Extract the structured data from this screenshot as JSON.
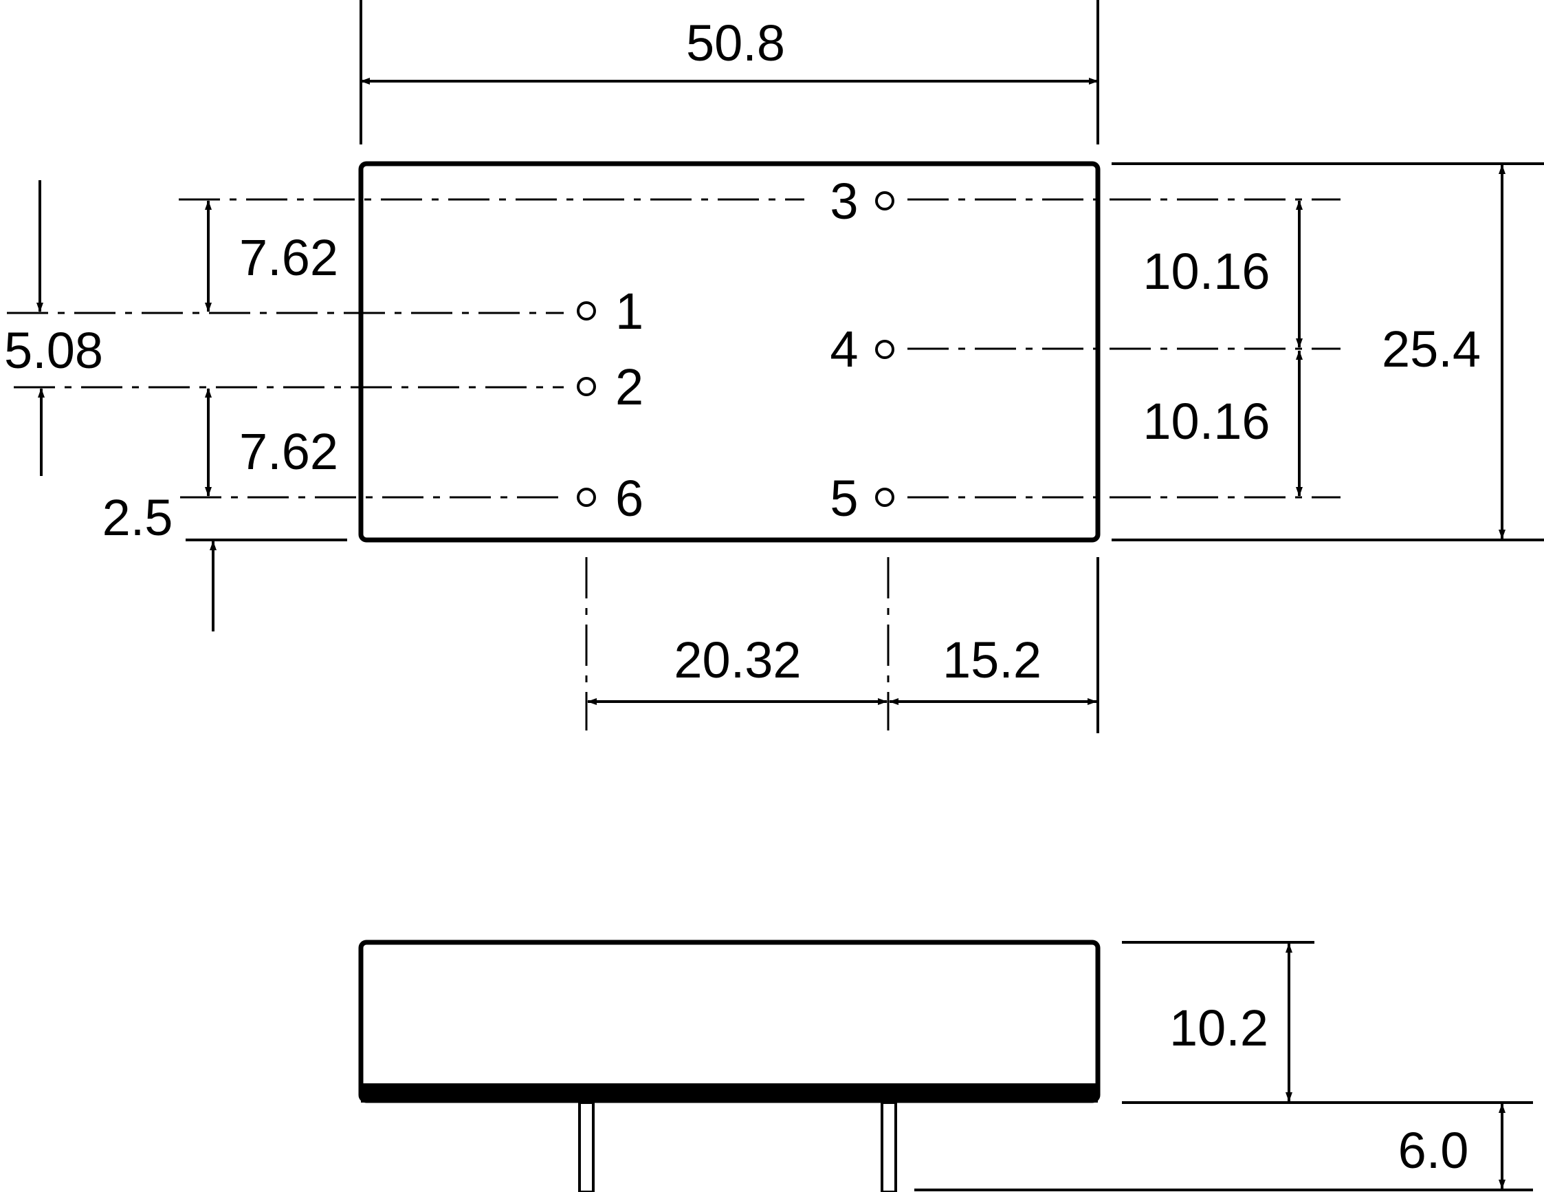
{
  "colors": {
    "ink": "#000000",
    "background": "#ffffff"
  },
  "top_view": {
    "dimensions": {
      "overall_width": "50.8",
      "overall_height": "25.4",
      "pin3_from_top": "7.62",
      "pin1_pin2_pitch": "5.08",
      "pin2_to_pin6": "7.62",
      "pin6_from_bottom": "2.5",
      "pin3_to_pin4": "10.16",
      "pin4_to_pin5": "10.16",
      "left_to_right_pin_column": "20.32",
      "right_pin_column_to_edge": "15.2"
    },
    "pins": {
      "pin1": "1",
      "pin2": "2",
      "pin3": "3",
      "pin4": "4",
      "pin5": "5",
      "pin6": "6"
    }
  },
  "side_view": {
    "dimensions": {
      "body_height": "10.2",
      "pin_length": "6.0"
    }
  }
}
